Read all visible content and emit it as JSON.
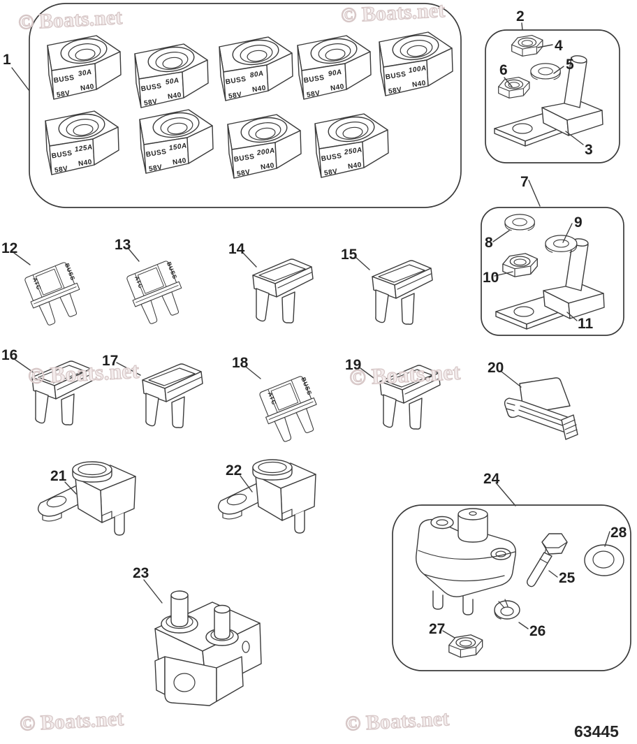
{
  "diagram": {
    "watermark": "© Boats.net",
    "part_number": "63445"
  },
  "fuse_shared": {
    "brand": "BUSS",
    "volt": "58V",
    "code": "N40"
  },
  "cube_fuses": [
    {
      "amp": "30A"
    },
    {
      "amp": "50A"
    },
    {
      "amp": "80A"
    },
    {
      "amp": "90A"
    },
    {
      "amp": "100A"
    },
    {
      "amp": "125A"
    },
    {
      "amp": "150A"
    },
    {
      "amp": "200A"
    },
    {
      "amp": "250A"
    }
  ],
  "atc": {
    "left": "ATC",
    "right": "BUSS"
  },
  "labels": {
    "n1": "1",
    "n2": "2",
    "n3": "3",
    "n4": "4",
    "n5": "5",
    "n6": "6",
    "n7": "7",
    "n8": "8",
    "n9": "9",
    "n10": "10",
    "n11": "11",
    "n12": "12",
    "n13": "13",
    "n14": "14",
    "n15": "15",
    "n16": "16",
    "n17": "17",
    "n18": "18",
    "n19": "19",
    "n20": "20",
    "n21": "21",
    "n22": "22",
    "n23": "23",
    "n24": "24",
    "n25": "25",
    "n26": "26",
    "n27": "27",
    "n28": "28"
  }
}
